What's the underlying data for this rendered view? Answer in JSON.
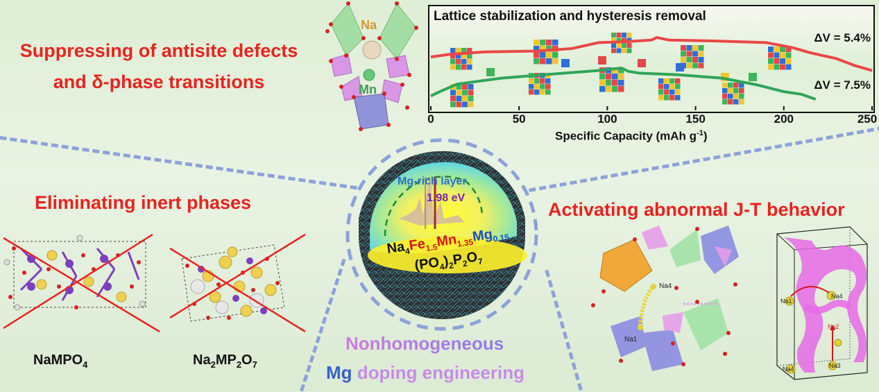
{
  "titles": {
    "top_left_line1": "Suppressing of antisite defects",
    "top_left_line2": "and δ-phase transitions",
    "middle_left": "Eliminating inert phases",
    "middle_right": "Activating abnormal J-T behavior"
  },
  "structure_labels": {
    "na": "Na",
    "mn": "Mn"
  },
  "core": {
    "mg_layer": "Mg-rich layer",
    "energy": "1.98 eV",
    "formula_na": "Na",
    "formula_na_sub": "4",
    "formula_fe": "Fe",
    "formula_fe_sub": "1.5",
    "formula_mn": "Mn",
    "formula_mn_sub": "1.35",
    "formula_mg": "Mg",
    "formula_mg_sub": "0.15",
    "formula_line2_a": "(PO",
    "formula_line2_sub1": "4",
    "formula_line2_b": ")",
    "formula_line2_sub2": "2",
    "formula_line2_c": "P",
    "formula_line2_sub3": "2",
    "formula_line2_d": "O",
    "formula_line2_sub4": "7"
  },
  "bottom": {
    "line1": "Nonhomogeneous",
    "line2_mg": "Mg",
    "line2_rest": " doping engineering"
  },
  "left_captions": {
    "a_main": "NaMPO",
    "a_sub": "4",
    "b_na": "Na",
    "b_na_sub": "2",
    "b_mp": "MP",
    "b_p_sub": "2",
    "b_o": "O",
    "b_o_sub": "7"
  },
  "right_labels": {
    "na4_top": "Na4",
    "na1": "Na1",
    "cell_na1": "Na1",
    "cell_na4_top": "Na4",
    "cell_na2": "Na2",
    "cell_na3": "Na3",
    "cell_na4_bottom": "Na4"
  },
  "colors": {
    "title_red": "#e8231f",
    "curve_red": "#ea4747",
    "curve_green": "#2fa55a",
    "dash_blue": "#8da2d9"
  },
  "chart_data": {
    "type": "line",
    "title": "Lattice stabilization and hysteresis removal",
    "xlabel": "Specific Capacity (mAh g",
    "xlabel_sup": "-1",
    "xlabel_end": ")",
    "xlim": [
      0,
      250
    ],
    "xticks": [
      "0",
      "50",
      "100",
      "150",
      "200",
      "250"
    ],
    "xtick_values": [
      0,
      50,
      100,
      150,
      200,
      250
    ],
    "ylim": [
      0,
      1
    ],
    "series": [
      {
        "annotation": "ΔV = 5.4%",
        "color": "#ea4747",
        "x": [
          0,
          10,
          30,
          60,
          80,
          95,
          110,
          125,
          128,
          135,
          160,
          190,
          205,
          215,
          230,
          240,
          250
        ],
        "y": [
          0.63,
          0.66,
          0.69,
          0.7,
          0.73,
          0.8,
          0.81,
          0.83,
          0.86,
          0.83,
          0.82,
          0.8,
          0.74,
          0.68,
          0.61,
          0.53,
          0.47
        ]
      },
      {
        "annotation": "ΔV = 7.5%",
        "color": "#2fa55a",
        "x": [
          0,
          5,
          15,
          40,
          70,
          95,
          108,
          112,
          118,
          140,
          165,
          185,
          200,
          210,
          218
        ],
        "y": [
          0.17,
          0.22,
          0.31,
          0.38,
          0.43,
          0.47,
          0.5,
          0.46,
          0.44,
          0.42,
          0.38,
          0.3,
          0.22,
          0.19,
          0.13
        ]
      }
    ]
  }
}
